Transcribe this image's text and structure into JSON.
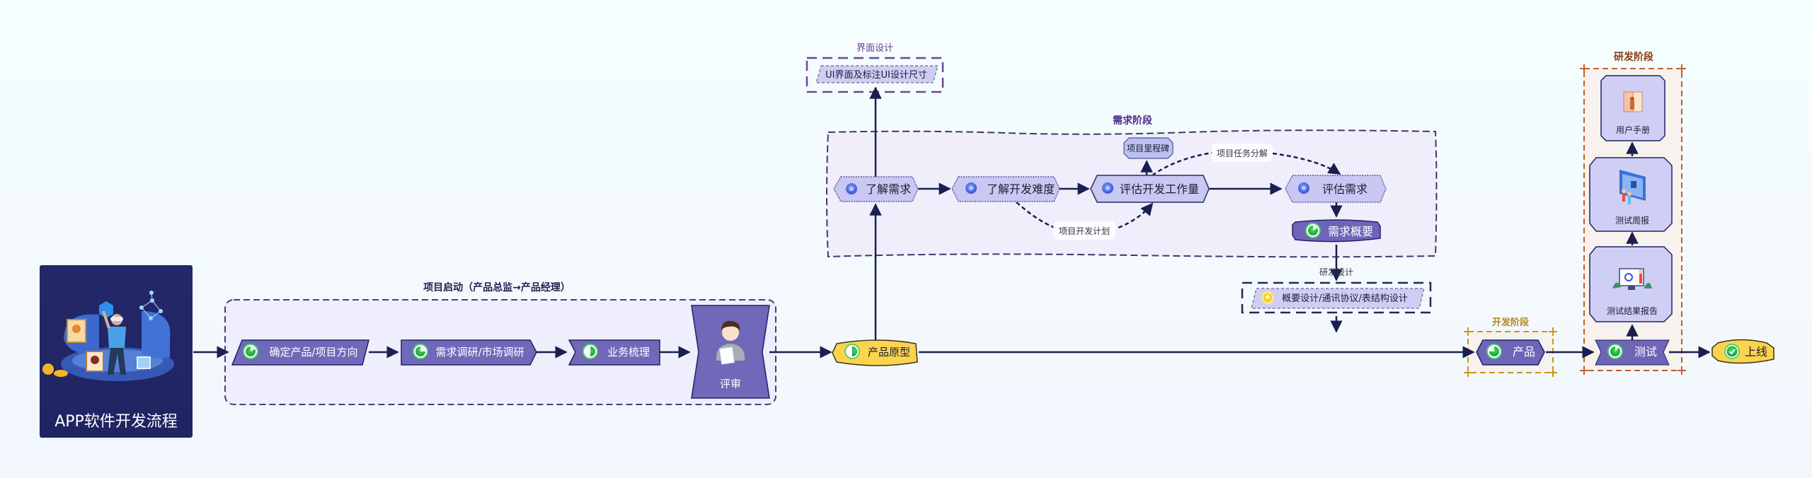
{
  "title_card": {
    "label": "APP软件开发流程"
  },
  "groups": {
    "kickoff": {
      "title": "项目启动（产品总监→产品经理）"
    },
    "ui_design": {
      "title": "界面设计"
    },
    "requirements": {
      "title": "需求阶段"
    },
    "dev_stage": {
      "title": "开发阶段"
    },
    "rd_stage": {
      "title": "研发阶段"
    }
  },
  "nodes": {
    "confirm_direction": {
      "label": "确定产品/项目方向",
      "icon": "progress-pie-icon"
    },
    "market_research": {
      "label": "需求调研/市场调研",
      "icon": "progress-pie-icon"
    },
    "business_review": {
      "label": "业务梳理",
      "icon": "progress-pie-icon"
    },
    "review": {
      "label": "评审",
      "icon": "reviewer-person-icon"
    },
    "prototype": {
      "label": "产品原型",
      "icon": "half-circle-icon"
    },
    "ui_spec": {
      "label": "UI界面及标注UI设计尺寸"
    },
    "understand_req": {
      "label": "了解需求",
      "icon": "blue-badge-icon"
    },
    "understand_difficulty": {
      "label": "了解开发难度",
      "icon": "blue-badge-icon"
    },
    "estimate_workload": {
      "label": "评估开发工作量",
      "icon": "blue-badge-icon"
    },
    "milestone": {
      "label": "项目里程碑"
    },
    "evaluate_req": {
      "label": "评估需求",
      "icon": "blue-badge-icon"
    },
    "req_overview": {
      "label": "需求概要",
      "icon": "progress-pie-icon"
    },
    "design_docs": {
      "label": "概要设计/通讯协议/表结构设计",
      "icon": "lightbulb-icon"
    },
    "product": {
      "label": "产品",
      "icon": "progress-pie-icon"
    },
    "testing": {
      "label": "测试",
      "icon": "progress-pie-icon"
    },
    "test_report": {
      "label": "测试结果报告",
      "icon": "monitor-presentation-icon"
    },
    "weekly_report": {
      "label": "测试周报",
      "icon": "dashboard-screen-icon"
    },
    "user_manual": {
      "label": "用户手册",
      "icon": "open-book-icon"
    },
    "launch": {
      "label": "上线",
      "icon": "check-circle-icon"
    }
  },
  "edge_labels": {
    "dev_plan": "项目开发计划",
    "task_breakdown": "项目任务分解",
    "rd_design": "研发设计"
  },
  "colors": {
    "dark_navy": "#1f2466",
    "node_purple": "#7068b8",
    "node_light": "#c9c8f2",
    "node_yellow": "#fcd34d",
    "progress_green": "#22b14c",
    "group_purple_border": "#5a4a86",
    "dev_stage_border": "#c8961e",
    "rd_stage_border": "#c0612b"
  }
}
